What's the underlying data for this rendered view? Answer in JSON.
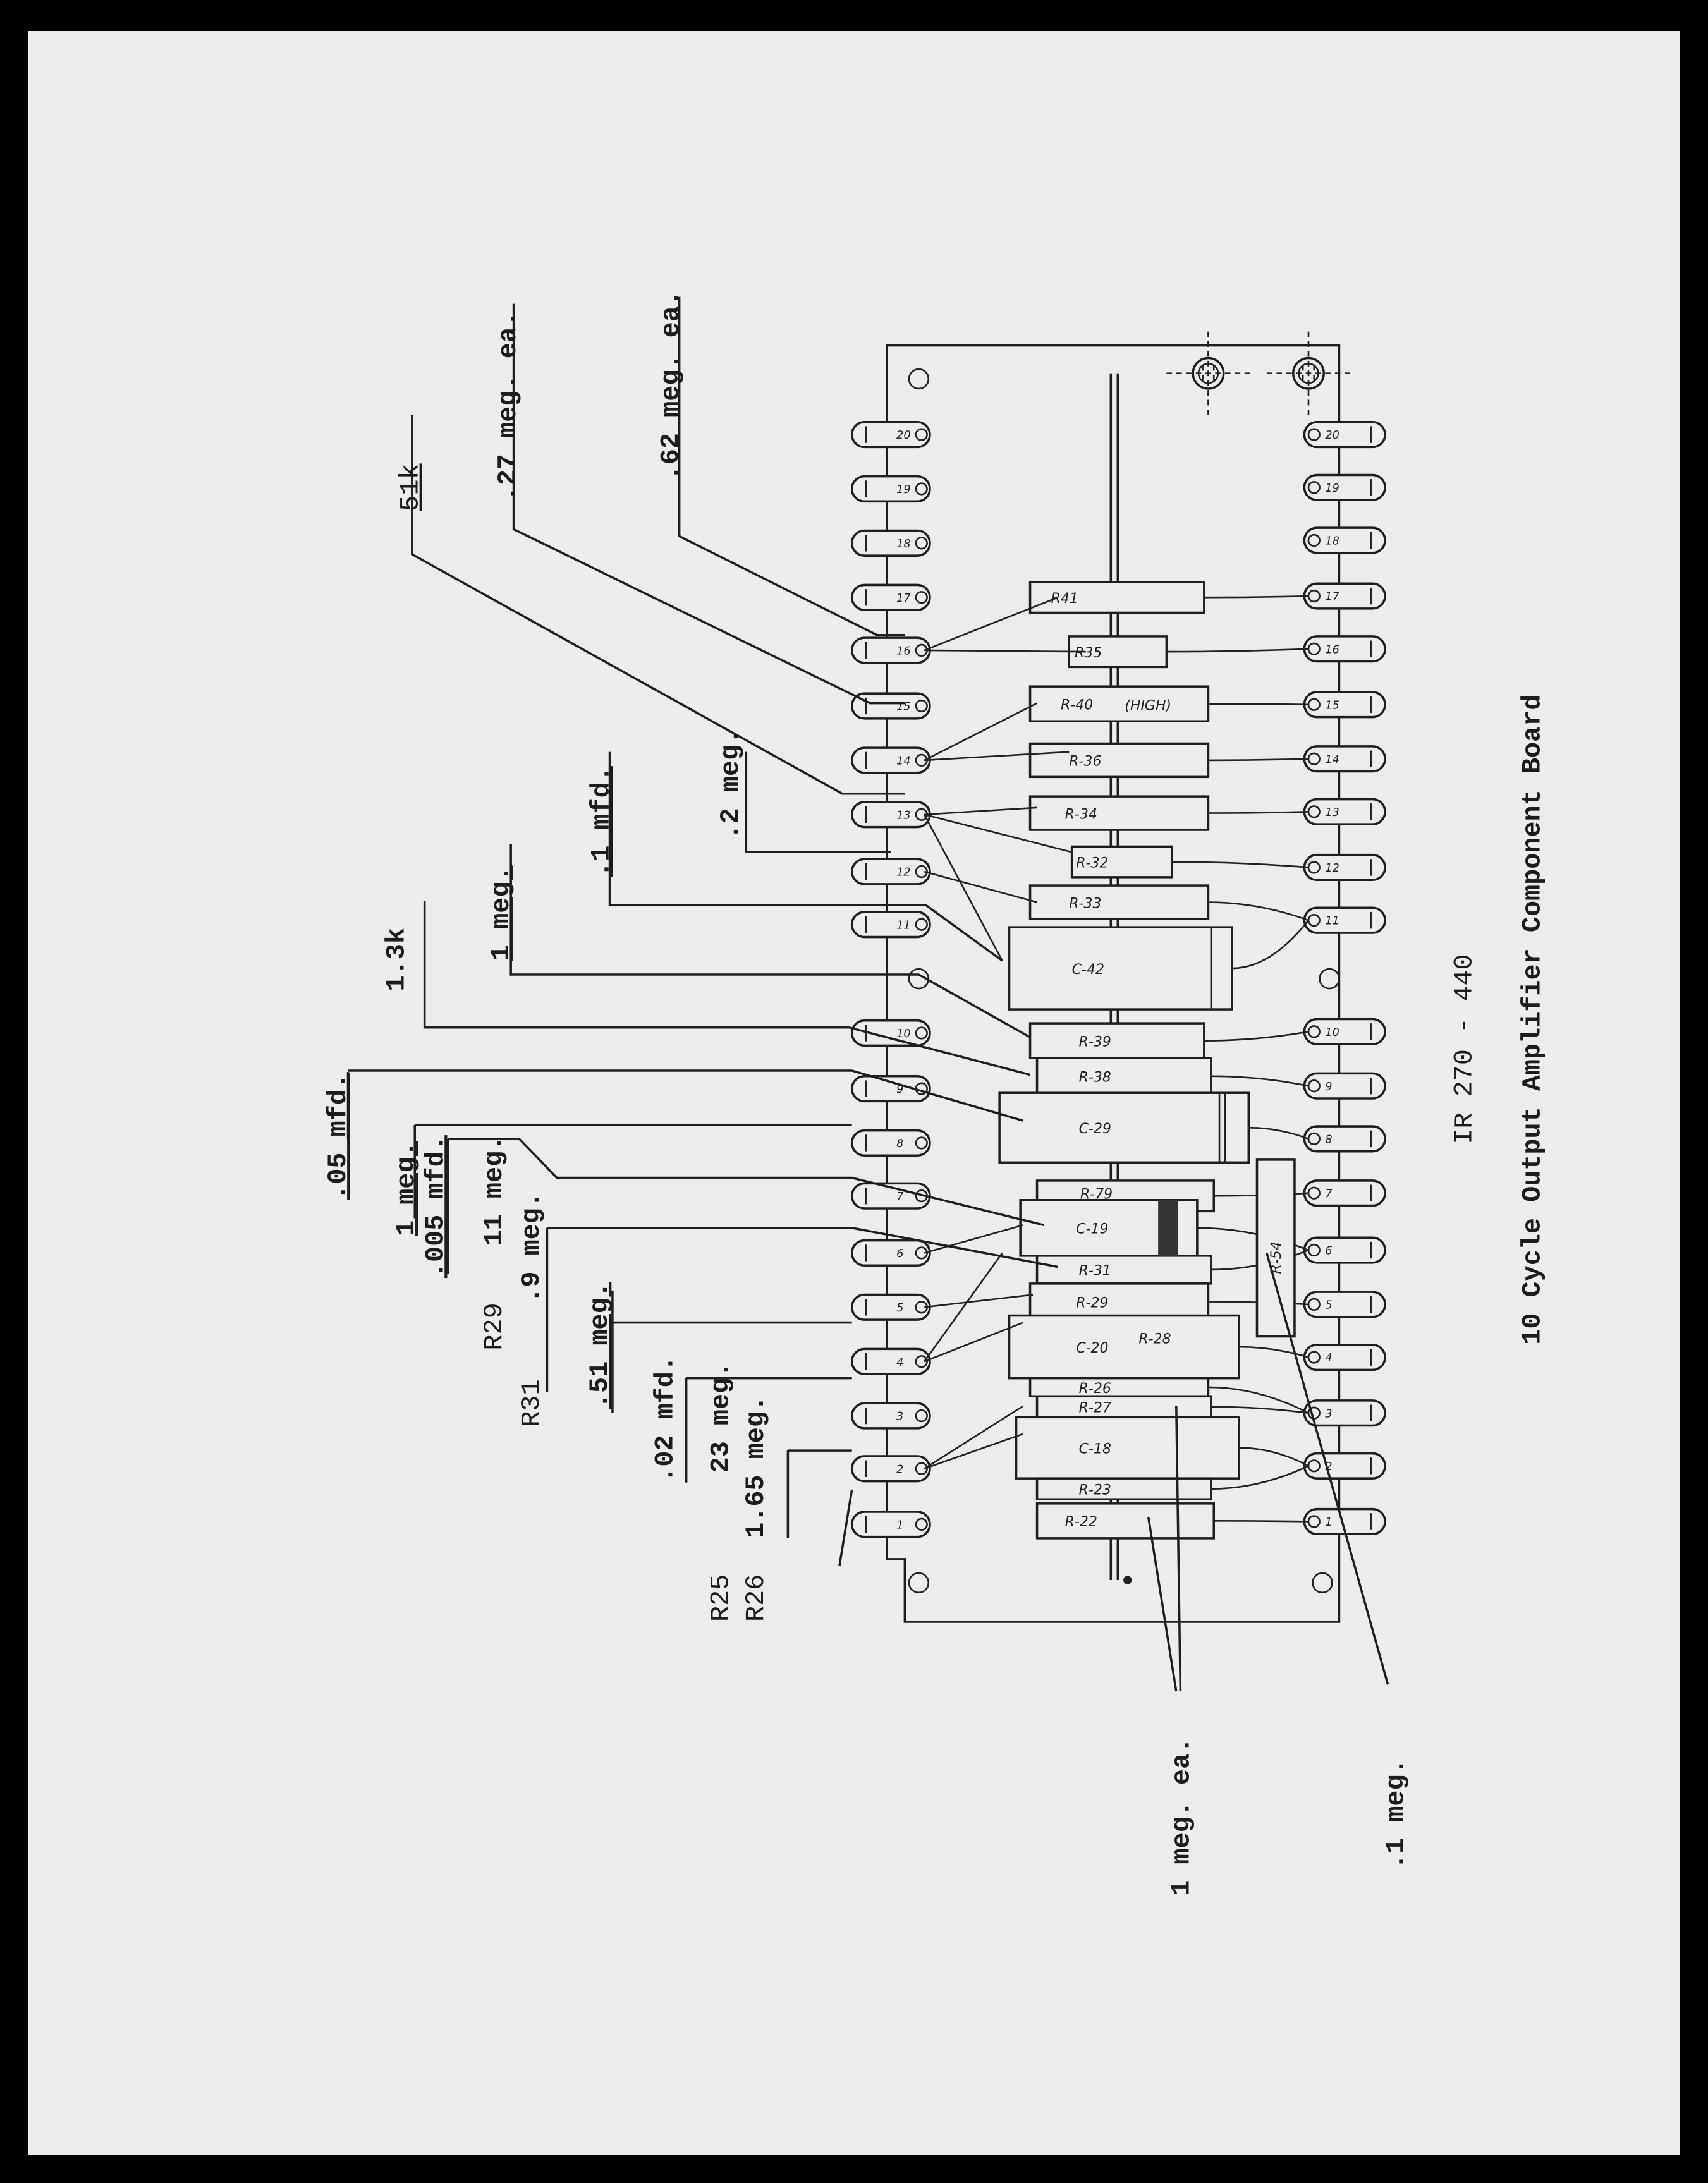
{
  "title": {
    "line1": "IR 270 - 440",
    "line2": "10 Cycle Output Amplifier Component Board"
  },
  "callouts": {
    "c62meg": ".62 meg. ea.",
    "c27meg": ".27 meg. ea.",
    "c51k": "51k",
    "c2meg": ".2 meg.",
    "c1mfd": ".1 mfd.",
    "c1meg_a": "1 meg.",
    "c13k": "1.3k",
    "c05mfd": ".05 mfd.",
    "c1meg_b": "1 meg.",
    "c005mfd": ".005 mfd.",
    "r29_id": "R29",
    "r29_val": "11 meg.",
    "r31_id": "R31",
    "r31_val": ".9 meg.",
    "c51meg": ".51 meg.",
    "c02mfd": ".02 mfd.",
    "r25_id": "R25",
    "r25_val": "23 meg.",
    "r26_id": "R26",
    "r26_val": "1.65 meg.",
    "c1megea": "1 meg. ea.",
    "c01meg": ".1 meg."
  },
  "terminals_left": [
    "20",
    "19",
    "18",
    "17",
    "16",
    "15",
    "14",
    "13",
    "12",
    "11",
    "10",
    "9",
    "8",
    "7",
    "6",
    "5",
    "4",
    "3",
    "2",
    "1"
  ],
  "terminals_right": [
    "20",
    "19",
    "18",
    "17",
    "16",
    "15",
    "14",
    "13",
    "12",
    "11",
    "10",
    "9",
    "8",
    "7",
    "6",
    "5",
    "4",
    "3",
    "2",
    "1"
  ],
  "components": {
    "r41": "R41",
    "r35": "R35",
    "r40": "R-40",
    "r40_note": "(HIGH)",
    "r36": "R-36",
    "r34": "R-34",
    "r32": "R-32",
    "r33": "R-33",
    "c42": "C-42",
    "r39": "R-39",
    "r38": "R-38",
    "c29": "C-29",
    "r79": "R-79",
    "c19": "C-19",
    "r31": "R-31",
    "r29": "R-29",
    "c20": "C-20",
    "r28": "R-28",
    "r26": "R-26",
    "r27": "R-27",
    "c18": "C-18",
    "r23": "R-23",
    "r22": "R-22",
    "r54": "R-54"
  },
  "colors": {
    "paper": "#ececec",
    "ink": "#1e1e1e",
    "frame": "#000000"
  }
}
